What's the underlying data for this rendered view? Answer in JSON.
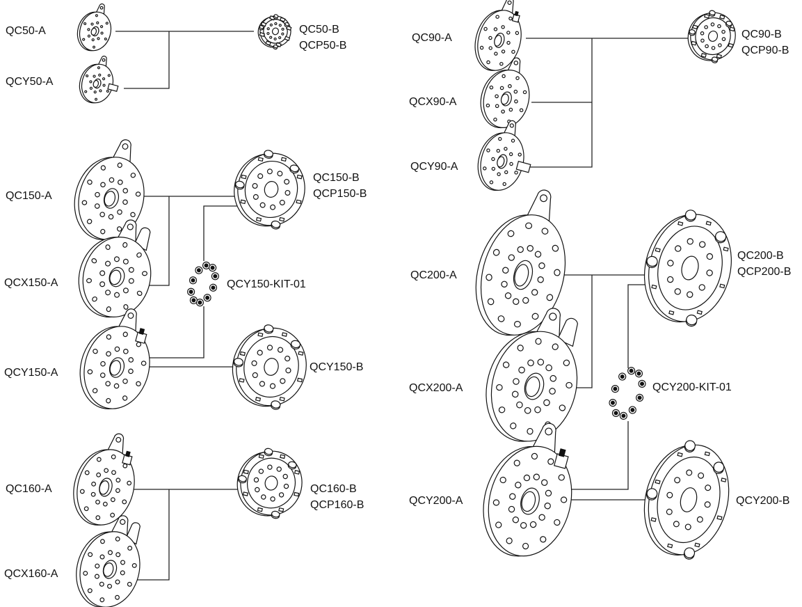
{
  "groups": {
    "qc50": {
      "a_label": "QC50-A",
      "y_label": "QCY50-A",
      "b_label": "QC50-B",
      "bp_label": "QCP50-B"
    },
    "qc90": {
      "a_label": "QC90-A",
      "x_label": "QCX90-A",
      "y_label": "QCY90-A",
      "b_label": "QC90-B",
      "bp_label": "QCP90-B"
    },
    "qc150": {
      "a_label": "QC150-A",
      "x_label": "QCX150-A",
      "y_label": "QCY150-A",
      "b_label": "QC150-B",
      "bp_label": "QCP150-B",
      "kit_label": "QCY150-KIT-01",
      "yb_label": "QCY150-B"
    },
    "qc200": {
      "a_label": "QC200-A",
      "x_label": "QCX200-A",
      "y_label": "QCY200-A",
      "b_label": "QC200-B",
      "bp_label": "QCP200-B",
      "kit_label": "QCY200-KIT-01",
      "yb_label": "QCY200-B"
    },
    "qc160": {
      "a_label": "QC160-A",
      "x_label": "QCX160-A",
      "b_label": "QC160-B",
      "bp_label": "QCP160-B"
    }
  },
  "colors": {
    "line": "#222222",
    "fill": "#ffffff",
    "ink": "#111111"
  }
}
